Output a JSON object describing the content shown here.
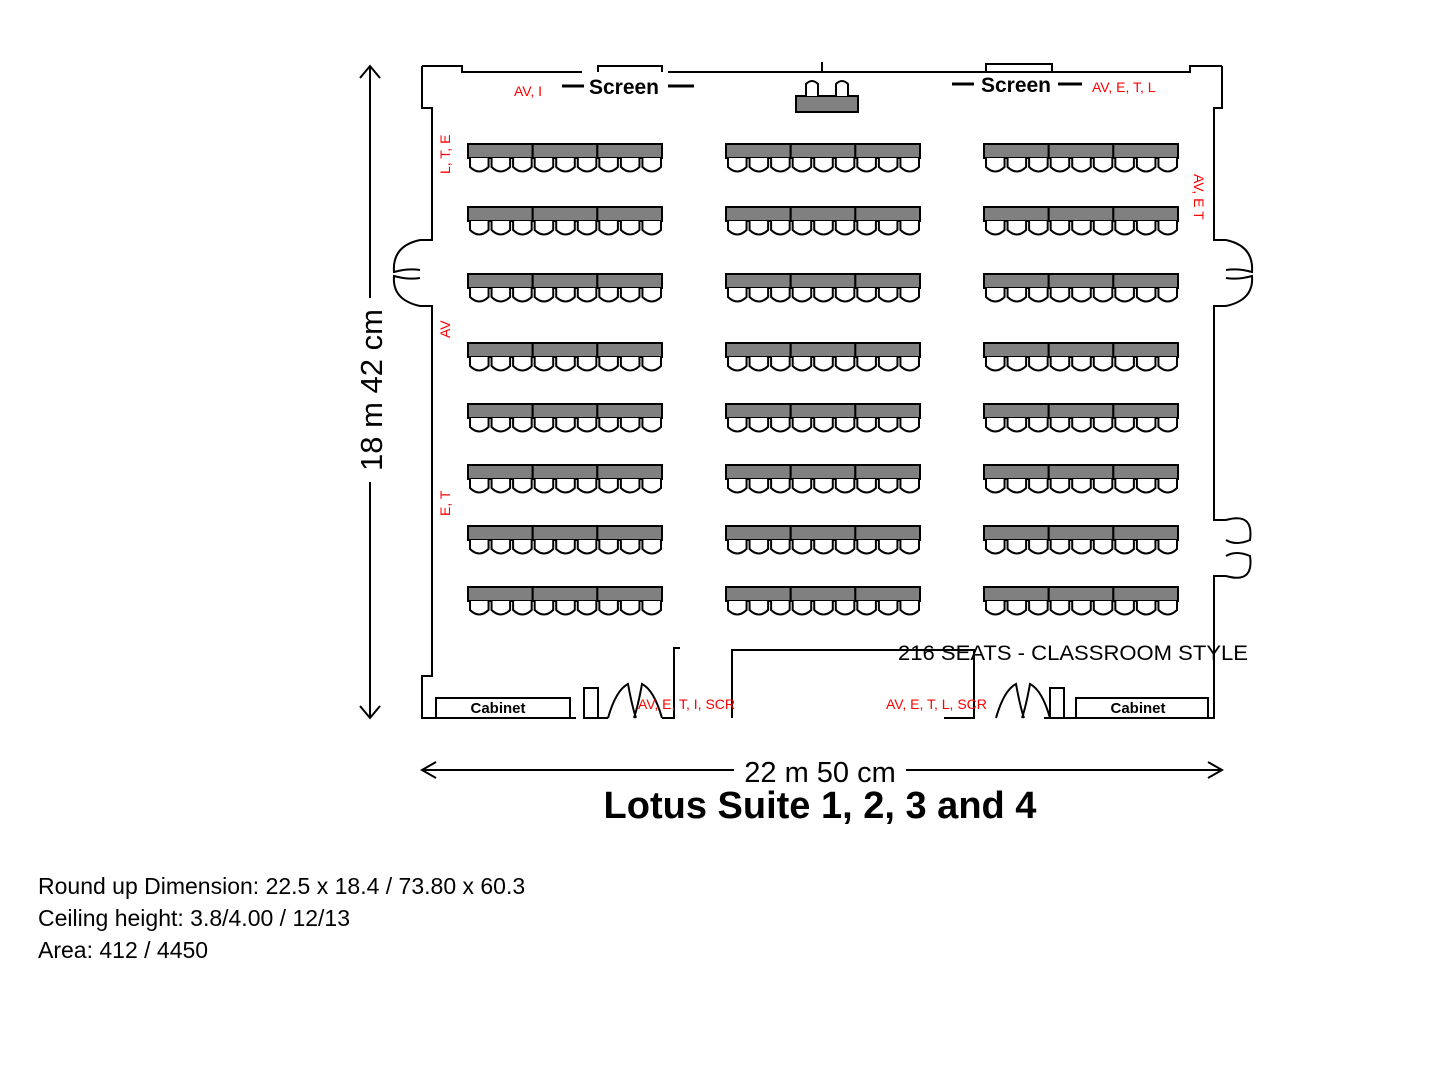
{
  "labels": {
    "screen_left": "Screen",
    "screen_right": "Screen",
    "outlet_top_left": "AV, I",
    "outlet_top_right": "AV, E, T, L",
    "outlet_left_top": "L, T, E",
    "outlet_left_mid": "AV",
    "outlet_left_low": "E, T",
    "outlet_right_top": "AV, E T",
    "outlet_bottom_left": "AV, E, T, I, SCR",
    "outlet_bottom_right": "AV, E, T, L, SCR",
    "cabinet_left": "Cabinet",
    "cabinet_right": "Cabinet",
    "seats_note": "216 SEATS - CLASSROOM STYLE",
    "dim_width": "22 m 50 cm",
    "dim_height": "18 m 42 cm",
    "title": "Lotus Suite 1, 2, 3 and 4"
  },
  "layout": {
    "blocks": 3,
    "rows_per_block": 8,
    "tables_per_row": 3,
    "chairs_per_row": 9
  },
  "info": {
    "dimension": "Round up Dimension: 22.5 x 18.4 / 73.80 x 60.3",
    "ceiling": "Ceiling height: 3.8/4.00 / 12/13",
    "area": "Area: 412 / 4450"
  },
  "colors": {
    "table": "#808080",
    "outlet": "#ff0000",
    "line": "#000000"
  }
}
